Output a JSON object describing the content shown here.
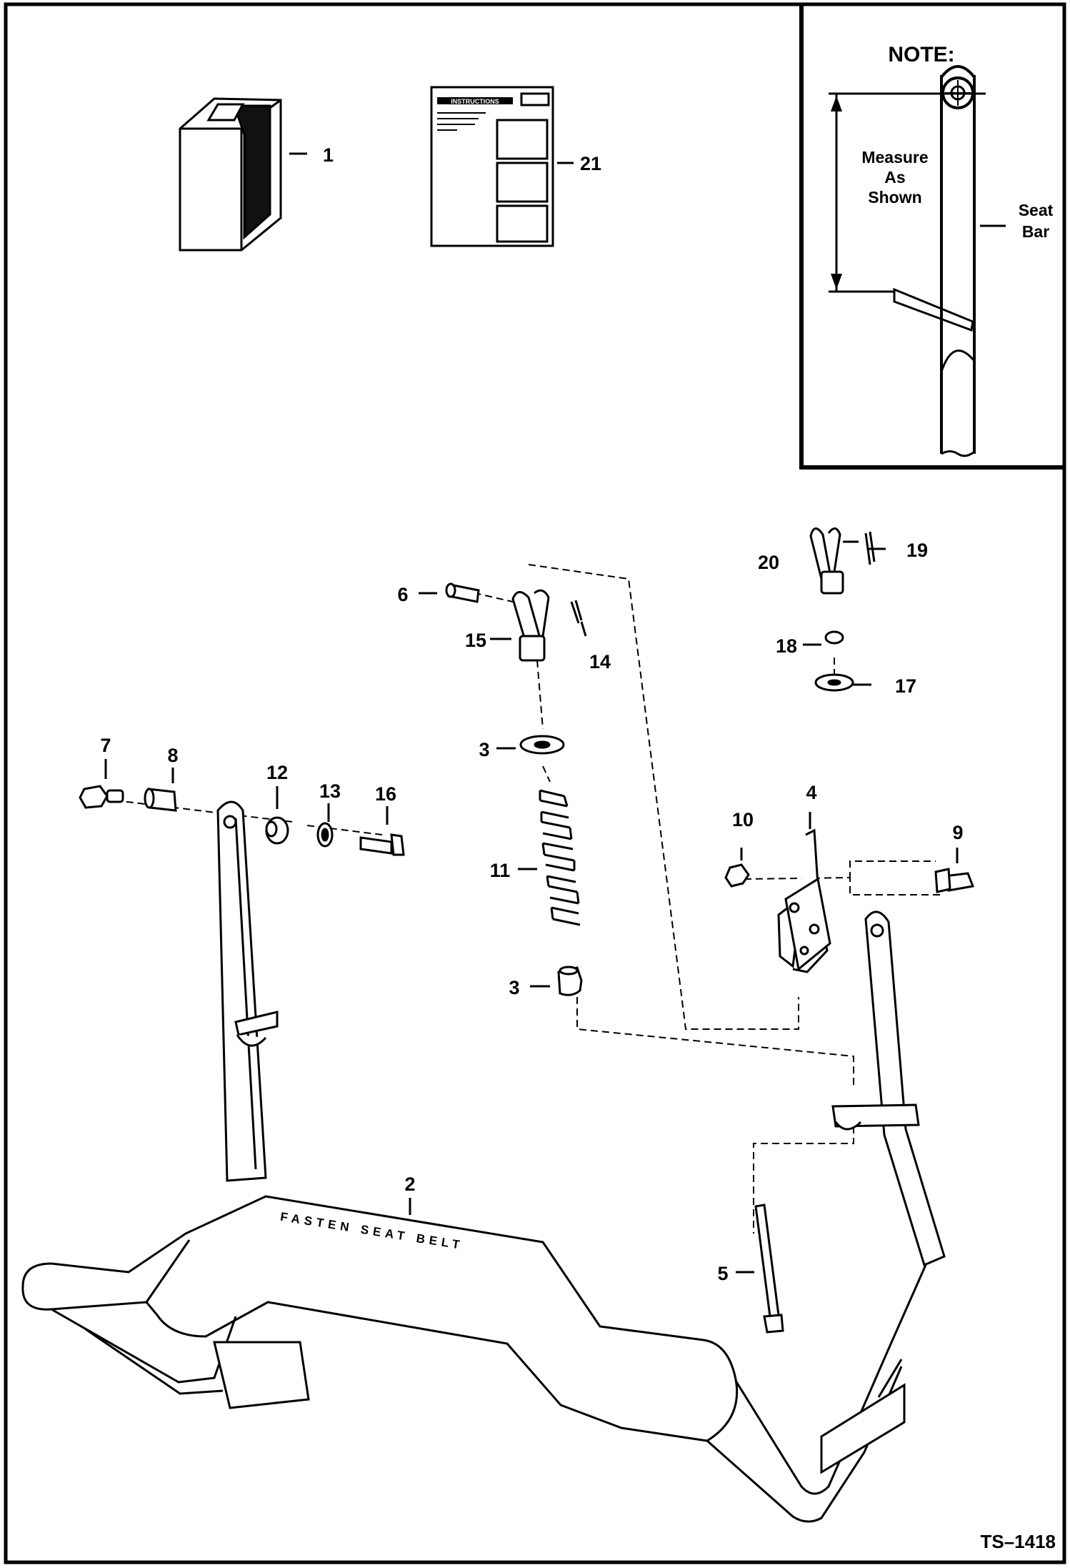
{
  "note": {
    "title": "NOTE:",
    "measure_lines": [
      "Measure",
      "As",
      "Shown"
    ],
    "seat_bar_lines": [
      "Seat",
      "Bar"
    ]
  },
  "callouts": {
    "c1": "1",
    "c2": "2",
    "c3a": "3",
    "c3b": "3",
    "c4": "4",
    "c5": "5",
    "c6": "6",
    "c7": "7",
    "c8": "8",
    "c9": "9",
    "c10": "10",
    "c11": "11",
    "c12": "12",
    "c13": "13",
    "c14": "14",
    "c15": "15",
    "c16": "16",
    "c17": "17",
    "c18": "18",
    "c19": "19",
    "c20": "20",
    "c21": "21"
  },
  "seat_bar_text": "FASTEN SEAT BELT",
  "sheet_title": "INSTRUCTIONS",
  "reference": "TS–1418"
}
